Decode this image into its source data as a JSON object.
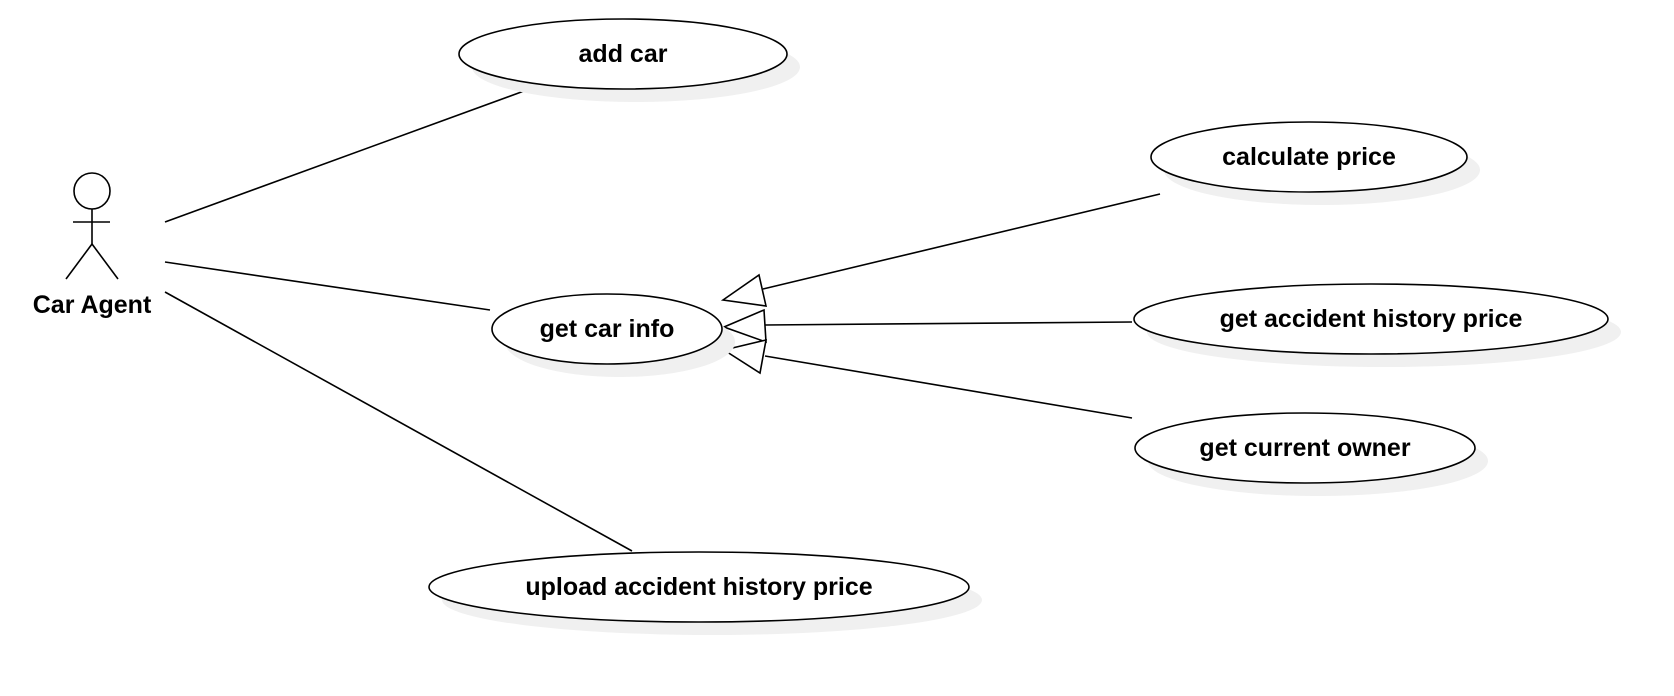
{
  "diagram": {
    "type": "use-case",
    "actor": {
      "label": "Car Agent"
    },
    "use_cases": {
      "add_car": "add car",
      "get_car_info": "get car info",
      "upload_accident_history_price": "upload accident history price",
      "calculate_price": "calculate price",
      "get_accident_history_price": "get accident history price",
      "get_current_owner": "get current owner"
    },
    "associations": [
      {
        "from": "Car Agent",
        "to": "add car"
      },
      {
        "from": "Car Agent",
        "to": "get car info"
      },
      {
        "from": "Car Agent",
        "to": "upload accident history price"
      }
    ],
    "generalizations": [
      {
        "child": "calculate price",
        "parent": "get car info"
      },
      {
        "child": "get accident history price",
        "parent": "get car info"
      },
      {
        "child": "get current owner",
        "parent": "get car info"
      }
    ],
    "colors": {
      "stroke": "#000000",
      "fill": "#ffffff",
      "shadow": "#f0f0f0"
    }
  }
}
